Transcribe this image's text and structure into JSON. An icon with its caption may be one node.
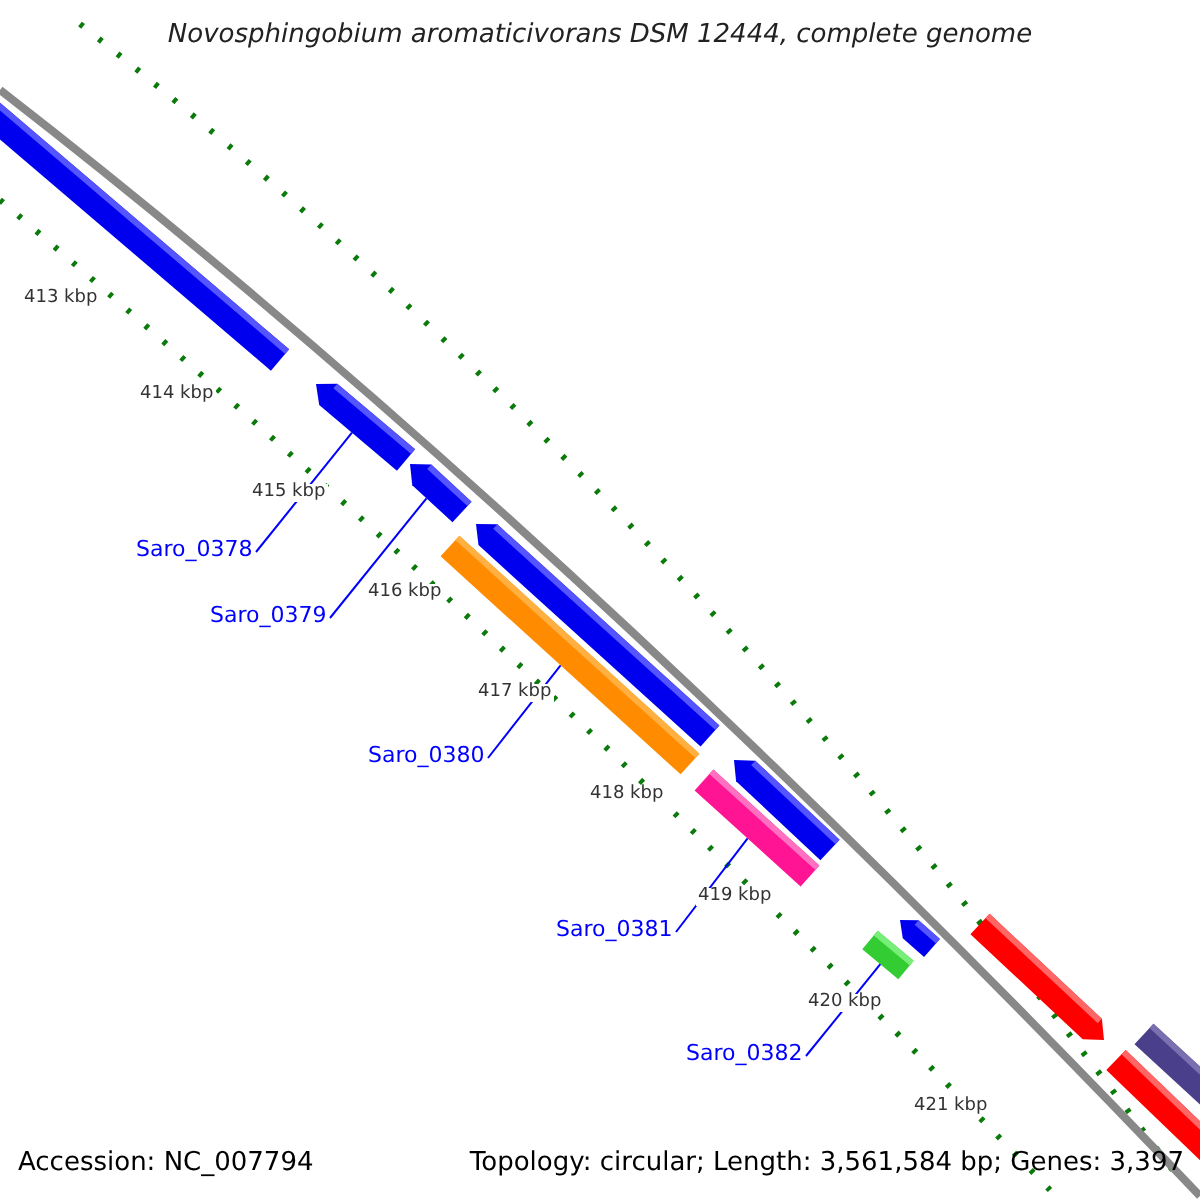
{
  "diagram": {
    "title": "Novosphingobium aromaticivorans DSM 12444, complete genome",
    "nodes": [
      {
        "text": [
          "Saro_0378"
        ]
      },
      {
        "text": [],
        "shape": "bar"
      },
      {
        "text": [
          "Saro_0379"
        ]
      },
      {
        "text": [],
        "shape": "bar"
      },
      {
        "text": [
          "Saro_0380"
        ]
      },
      {
        "text": [],
        "shape": "bar"
      },
      {
        "text": [
          "Saro_0381"
        ]
      },
      {
        "text": [],
        "shape": "bar"
      },
      {
        "text": [
          "Saro_0382"
        ]
      },
      {
        "text": [],
        "shape": "bar"
      }
    ],
    "edges": [
      {
        "from": 0,
        "to": 1,
        "arrow": "none"
      },
      {
        "from": 2,
        "to": 3,
        "arrow": "none"
      },
      {
        "from": 4,
        "to": 5,
        "arrow": "none"
      },
      {
        "from": 6,
        "to": 7,
        "arrow": "none"
      },
      {
        "from": 8,
        "to": 9,
        "arrow": "none"
      }
    ],
    "labels": [
      "413 kbp",
      "414 kbp",
      "415 kbp",
      "416 kbp",
      "417 kbp",
      "418 kbp",
      "419 kbp",
      "420 kbp",
      "421 kbp",
      "Accession: NC_007794",
      "Topology: circular; Length: 3,561,584 bp; Genes: 3,397"
    ]
  }
}
